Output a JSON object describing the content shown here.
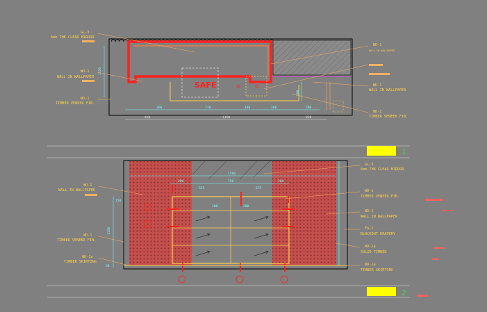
{
  "view1": {
    "labels_left": [
      {
        "code": "GL-3",
        "desc": "6mm THK CLEAR MIRROR"
      },
      {
        "code": "WD-1",
        "desc": "WALL IN WALLPAPER"
      },
      {
        "code": "WD-1",
        "desc": "TIMBER VENEER FIN."
      }
    ],
    "labels_right": [
      {
        "code": "WD-1",
        "desc": "WALL IN WALLPAPER"
      },
      {
        "code": "WD-1",
        "desc": "WALL IN WALLPAPER"
      },
      {
        "code": "WD-1",
        "desc": "TIMBER VENEER FIN."
      }
    ],
    "safe_text": "SAFE",
    "dims_lower": [
      "260",
      "710",
      "180",
      "260",
      "200"
    ],
    "dims_overall": [
      "410",
      "1150",
      "350"
    ],
    "dims_height_left": "1150",
    "dims_height_right": "500",
    "title_number": "1"
  },
  "view2": {
    "labels_left": [
      {
        "code": "WD-1",
        "desc": "WALL IN WALLPAPER"
      },
      {
        "code": "WD-1",
        "desc": "TIMBER VENEER FIN."
      },
      {
        "code": "WD-1a",
        "desc": "TIMBER SKIRTING"
      }
    ],
    "labels_right": [
      {
        "code": "GL-3",
        "desc": "6mm THK CLEAR MIRROR"
      },
      {
        "code": "WD-1",
        "desc": "TIMBER VENEER FIN."
      },
      {
        "code": "WD-1",
        "desc": "WALL IN WALLPAPER"
      },
      {
        "code": "FA-2",
        "desc": "BLACKOUT DRAPERY"
      },
      {
        "code": "WD-1a",
        "desc": "SOLID TIMBER"
      },
      {
        "code": "WD-1a",
        "desc": "TIMBER SKIRTING"
      }
    ],
    "dims_top": [
      "1500"
    ],
    "dims_mid": [
      "200",
      "750",
      "200"
    ],
    "dims_inner": [
      "325",
      "575"
    ],
    "dims_shelf": [
      "280",
      "280"
    ],
    "dims_height_left": [
      "150",
      "1150",
      "30"
    ],
    "title_number": "2"
  },
  "colors": {
    "background": "#808080",
    "outline": "#000000",
    "cabinet_red": "#ff2020",
    "dimension_cyan": "#7fffff",
    "leader_orange": "#ffb060",
    "wallpaper_red": "#c8504f",
    "title_yellow": "#ffff00",
    "title_green": "#3fdc3f"
  }
}
